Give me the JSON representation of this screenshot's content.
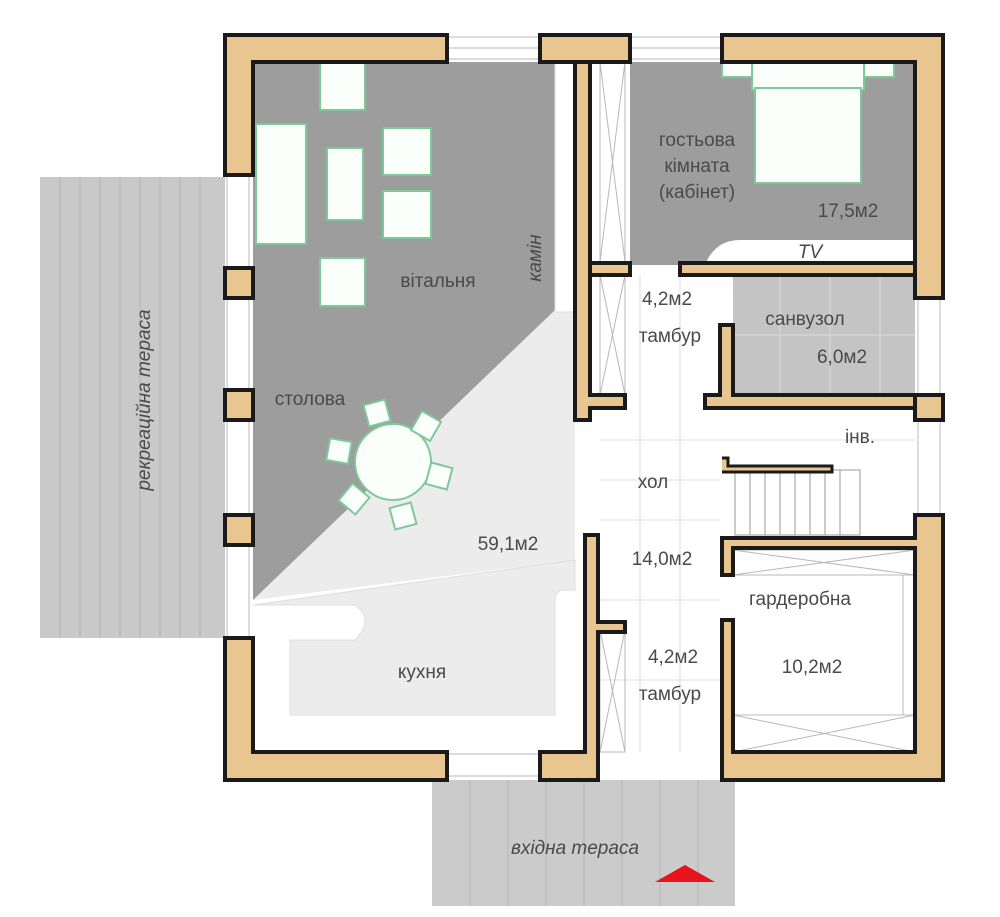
{
  "plan": {
    "terraces": {
      "recreation": "рекреаційна тераса",
      "entrance": "вхідна тераса"
    },
    "rooms": {
      "living": "вітальня",
      "dining": "столова",
      "kitchen": "кухня",
      "living_area": "59,1м2",
      "fireplace": "камін",
      "guest_line1": "гостьова",
      "guest_line2": "кімната",
      "guest_line3": "(кабінет)",
      "guest_area": "17,5м2",
      "tv": "TV",
      "tambour_top_area": "4,2м2",
      "tambour_top": "тамбур",
      "bathroom": "санвузол",
      "bathroom_area": "6,0м2",
      "inventory": "інв.",
      "hall": "хол",
      "hall_area": "14,0м2",
      "wardrobe": "гардеробна",
      "wardrobe_area": "10,2м2",
      "tambour_bottom_area": "4,2м2",
      "tambour_bottom": "тамбур"
    },
    "colors": {
      "wall": "#e9c690",
      "floor_gray": "#9d9d9d",
      "entrance_arrow": "#e8131b"
    }
  }
}
